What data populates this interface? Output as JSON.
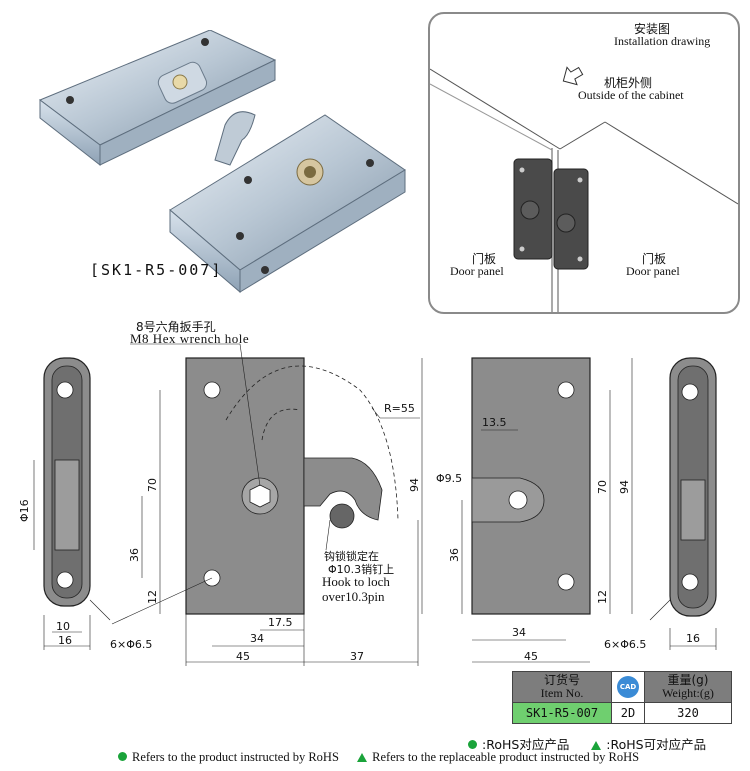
{
  "product_photo": {
    "code_label": "[SK1-R5-007]"
  },
  "installation": {
    "title_cn": "安装图",
    "title_en": "Installation drawing",
    "outside_cn": "机柜外侧",
    "outside_en": "Outside of the cabinet",
    "door_cn_left": "门板",
    "door_en_left": "Door panel",
    "door_cn_right": "门板",
    "door_en_right": "Door panel"
  },
  "drawing": {
    "wrench_cn": "8号六角扳手孔",
    "wrench_en": "M8 Hex wrench hole",
    "hook_cn_1": "钩锁锁定在",
    "hook_cn_2": "Φ10.3销钉上",
    "hook_en_1": "Hook to loch",
    "hook_en_2": "over10.3pin",
    "dims": {
      "d16_left": "Φ16",
      "d10": "10",
      "d16_bottom_left": "16",
      "holes_left": "6×Φ6.5",
      "r55": "R=55",
      "d70_front": "70",
      "d36_front": "36",
      "d12_front": "12",
      "d94_front": "94",
      "d17_5": "17.5",
      "d34_front": "34",
      "d45_front": "45",
      "d37": "37",
      "d13_5": "13.5",
      "d9_5": "Φ9.5",
      "d70_back": "70",
      "d94_back": "94",
      "d36_back": "36",
      "d12_back": "12",
      "d34_back": "34",
      "d45_back": "45",
      "holes_right": "6×Φ6.5",
      "d16_right": "16"
    }
  },
  "table": {
    "item_no_cn": "订货号",
    "item_no_en": "Item No.",
    "cad_label": "CAD",
    "weight_cn": "重量(g)",
    "weight_en": "Weight:(g)",
    "item_value": "SK1-R5-007",
    "cad_value": "2D",
    "weight_value": "320"
  },
  "legend": {
    "rohs_cn": ":RoHS对应产品",
    "rohs_replace_cn": ":RoHS可对应产品",
    "rohs_en": "Refers to the product instructed by RoHS",
    "rohs_replace_en": "Refers to the replaceable product instructed by RoHS"
  },
  "colors": {
    "rohs_green": "#1aa33a",
    "item_green": "#6fcf6f",
    "header_gray": "#7d7d7d",
    "part_gray": "#8c8c8c"
  }
}
